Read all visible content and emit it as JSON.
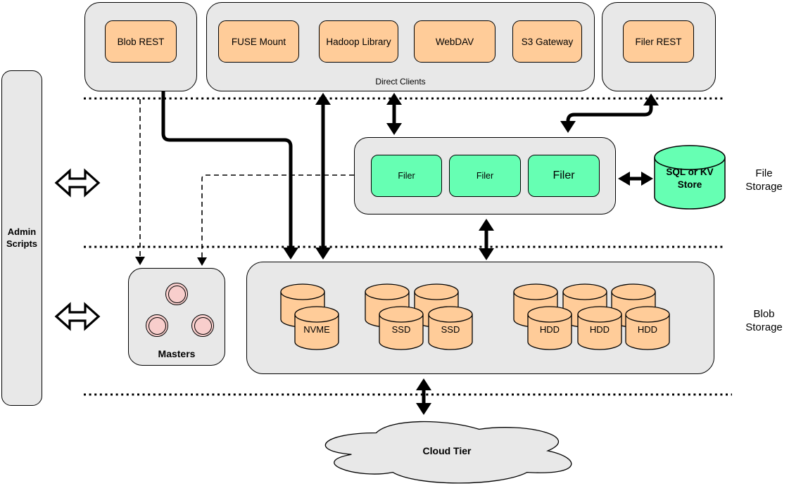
{
  "colors": {
    "container": "#e8e8e8",
    "orange": "#ffcc99",
    "green": "#66ffb3",
    "pink": "#f8cecc",
    "line": "#000000"
  },
  "admin": {
    "label": "Admin Scripts"
  },
  "top": {
    "blob_rest": {
      "label": "Blob REST"
    },
    "direct_clients": {
      "label": "Direct Clients",
      "items": [
        "FUSE Mount",
        "Hadoop Library",
        "WebDAV",
        "S3 Gateway"
      ]
    },
    "filer_rest": {
      "label": "Filer REST"
    }
  },
  "file_storage": {
    "filers": [
      "Filer",
      "Filer",
      "Filer"
    ],
    "store_label": "SQL or KV Store",
    "tier_label": "File Storage"
  },
  "blob_storage": {
    "masters_label": "Masters",
    "volumes": [
      "NVME",
      "SSD",
      "SSD",
      "HDD",
      "HDD",
      "HDD"
    ],
    "tier_label": "Blob Storage"
  },
  "cloud": {
    "label": "Cloud Tier"
  }
}
